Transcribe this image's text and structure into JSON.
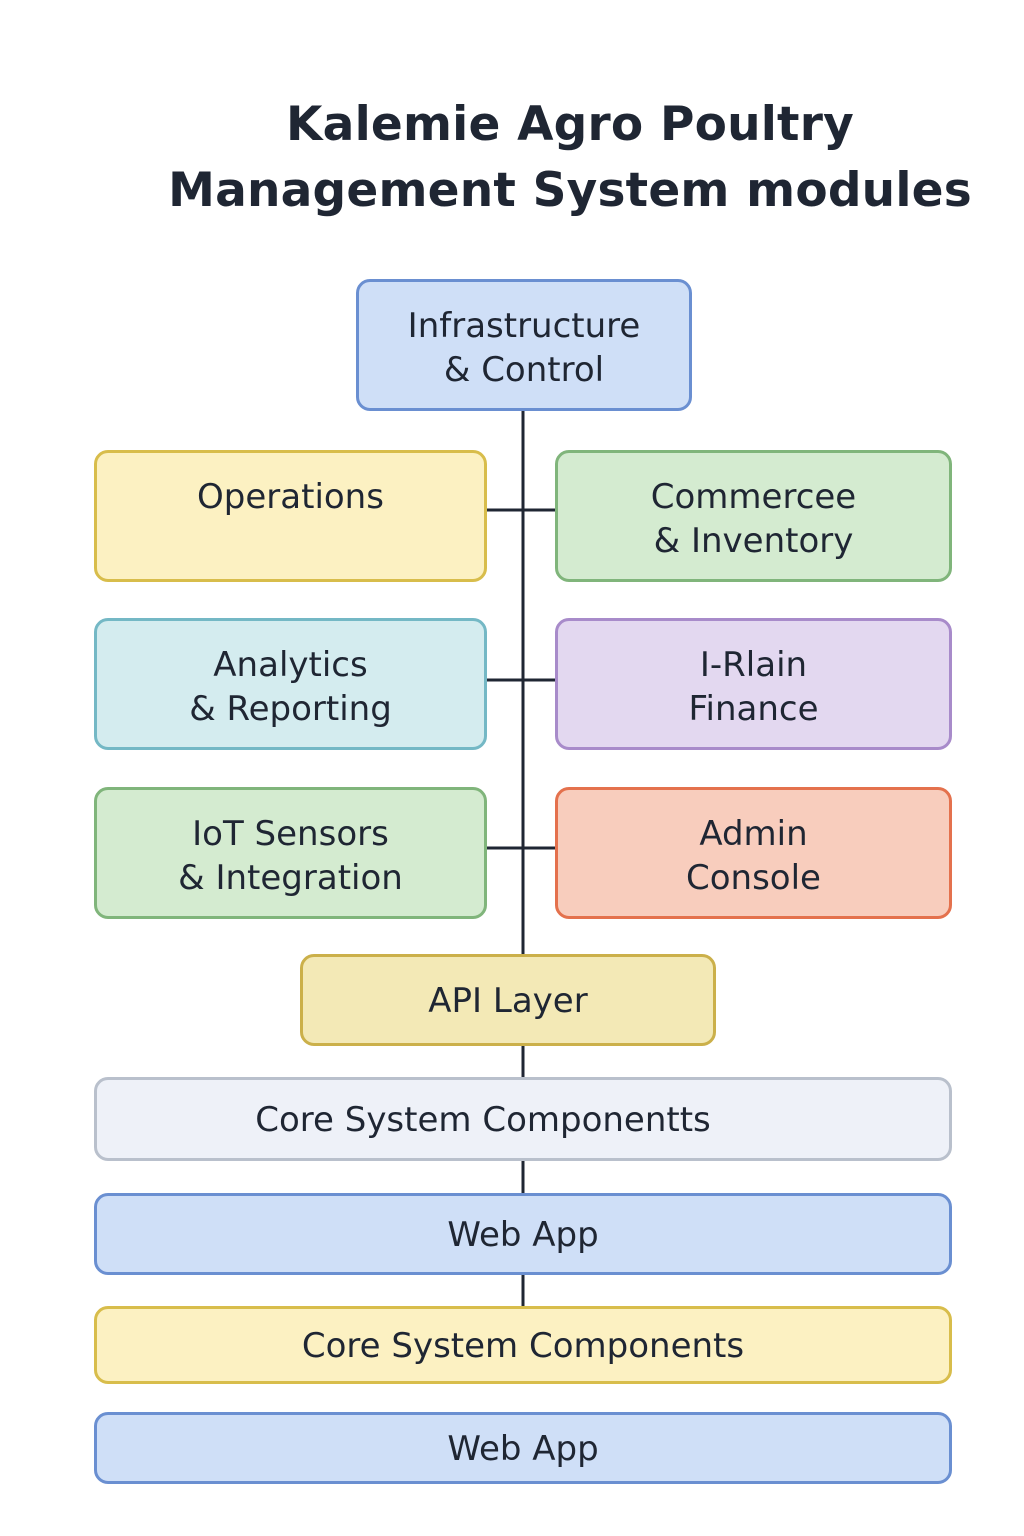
{
  "title": {
    "line1": "Kalemie Agro Poultry",
    "line2": "Management System modules"
  },
  "modules": {
    "infrastructure": {
      "line1": "Infrastructure",
      "line2": "& Control",
      "color": "#cfdff7"
    },
    "operations": {
      "line1": "Operations",
      "color": "#fcf1c2"
    },
    "commerce": {
      "line1": "Commercee",
      "line2": "& Inventory",
      "color": "#d4ebd0"
    },
    "analytics": {
      "line1": "Analytics",
      "line2": "& Reporting",
      "color": "#d4ecef"
    },
    "finance": {
      "line1": "I-Rlain",
      "line2": "Finance",
      "color": "#e3d8f0"
    },
    "iot": {
      "line1": "IoT Sensors",
      "line2": "& Integration",
      "color": "#d4ebd0"
    },
    "admin": {
      "line1": "Admin",
      "line2": "Console",
      "color": "#f8cdbd"
    }
  },
  "layers": {
    "api": {
      "label": "API Layer",
      "color": "#f3e9b6"
    },
    "core_1": {
      "label": "Core System Componentts",
      "color": "#eef1f8"
    },
    "web_app_1": {
      "label": "Web App",
      "color": "#cfdff7"
    },
    "core_2": {
      "label": "Core System Components",
      "color": "#fcf1c2"
    },
    "web_app_2": {
      "label": "Web App",
      "color": "#cfdff7"
    }
  },
  "connector_color": "#1f2633"
}
